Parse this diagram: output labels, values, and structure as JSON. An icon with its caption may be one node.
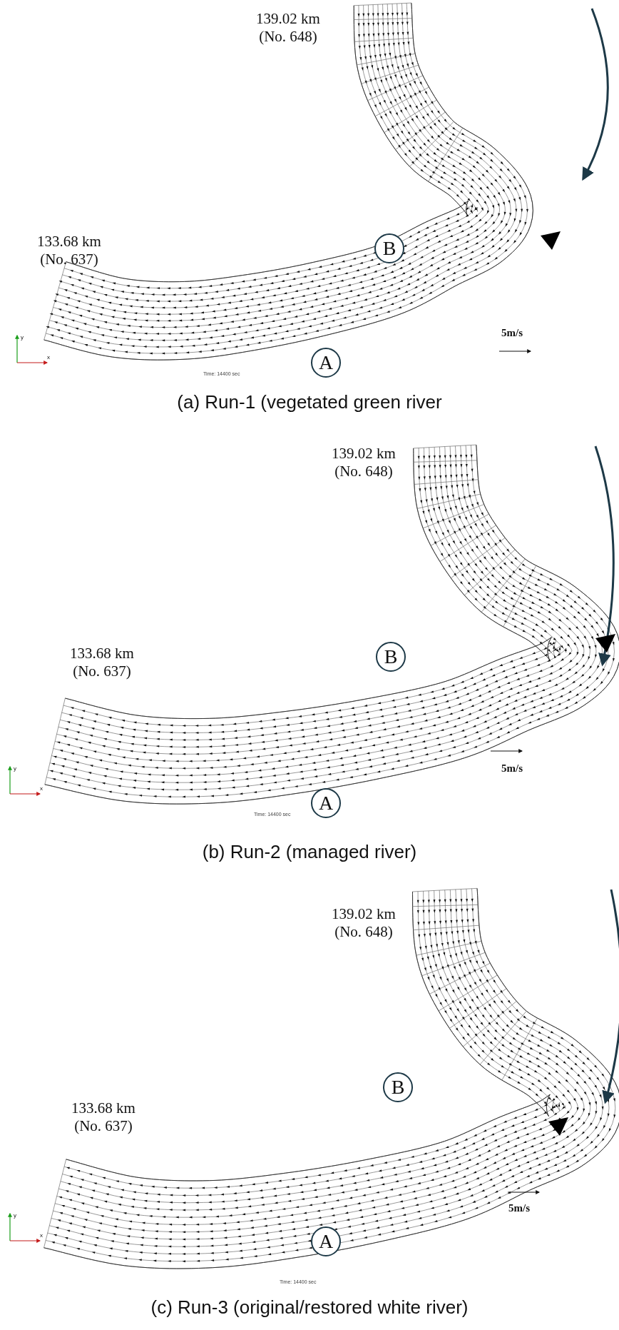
{
  "diagram": {
    "nodes": [
      {
        "text": [
          "B"
        ]
      },
      {
        "text": [
          "A"
        ]
      },
      {
        "text": [
          "B"
        ]
      },
      {
        "text": [
          "A"
        ]
      },
      {
        "text": [
          "B"
        ]
      },
      {
        "text": [
          "A"
        ]
      }
    ],
    "labels": [
      "139.02 km (No. 648)",
      "133.68 km (No. 637)",
      "y",
      "x",
      "5m/s",
      "Time: 14400 sec",
      "(a) Run-1 (vegetated green river",
      "139.02 km (No. 648)",
      "133.68 km (No. 637)",
      "y",
      "x",
      "5m/s",
      "Time: 14400 sec",
      "(b) Run-2 (managed river)",
      "139.02 km (No. 648)",
      "133.68 km (No. 637)",
      "y",
      "x",
      "5m/s",
      "Time: 14400 sec",
      "(c) Run-3 (original/restored white river)"
    ]
  }
}
